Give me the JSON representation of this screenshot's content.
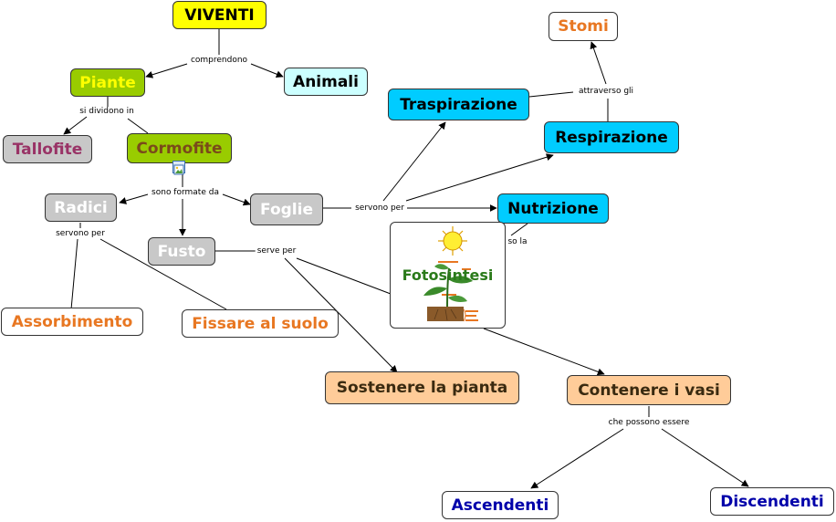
{
  "nodes": {
    "viventi": "VIVENTI",
    "piante": "Piante",
    "animali": "Animali",
    "tallofite": "Tallofite",
    "cormofite": "Cormofite",
    "radici": "Radici",
    "fusto": "Fusto",
    "foglie": "Foglie",
    "assorbimento": "Assorbimento",
    "fissare": "Fissare al suolo",
    "sostenere": "Sostenere la pianta",
    "contenere": "Contenere i vasi",
    "ascendenti": "Ascendenti",
    "discendenti": "Discendenti",
    "traspirazione": "Traspirazione",
    "respirazione": "Respirazione",
    "nutrizione": "Nutrizione",
    "stomi": "Stomi",
    "fotosintesi": "Fotosintesi"
  },
  "links": {
    "comprendono": "comprendono",
    "si_dividono_in": "si dividono in",
    "sono_formate_da": "sono formate da",
    "servono_per_radici": "servono per",
    "servono_per_foglie": "servono per",
    "serve_per": "serve per",
    "attraverso_gli": "attraverso gli",
    "so_la": "so la",
    "che_possono_essere": "che possono essere"
  },
  "colors": {
    "yellow": "#ffff00",
    "green": "#99cc00",
    "cyan_light": "#ccffff",
    "grey": "#c8c8c8",
    "peach": "#ffcc99",
    "blue": "#00ccff",
    "white": "#ffffff",
    "orange_text": "#e87722",
    "navy_text": "#0000aa",
    "maroon_text": "#993366"
  },
  "icons": {
    "attachment": "image-attachment-icon",
    "photosynthesis": "sun-plant-icon"
  }
}
